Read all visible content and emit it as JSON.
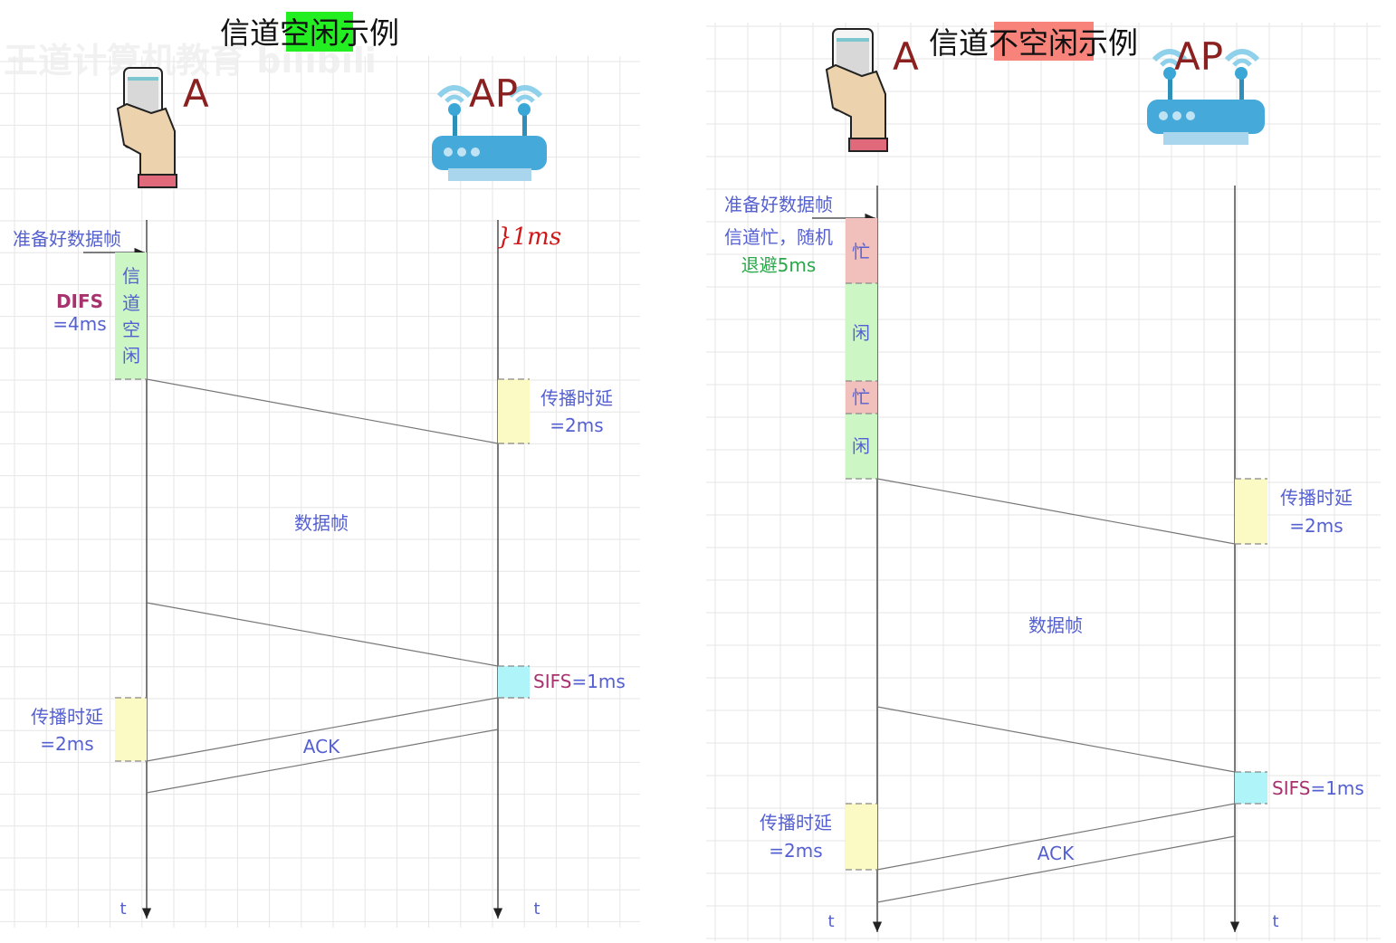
{
  "watermark": "王道计算机教育 bilibili",
  "left": {
    "title_prefix": "信道",
    "title_highlight": "空闲",
    "title_suffix": "示例",
    "highlight_color": "#22ee22",
    "station_label": "A",
    "ap_label": "AP",
    "ready_label": "准备好数据帧",
    "handwritten_note": "}1ms",
    "idle_chars": [
      "信",
      "道",
      "空",
      "闲"
    ],
    "difs_label": "DIFS",
    "difs_value": "=4ms",
    "prop_delay_label": "传播时延",
    "prop_delay_value": "=2ms",
    "data_frame_label": "数据帧",
    "sifs_label": "SIFS",
    "sifs_value": "=1ms",
    "ack_label": "ACK",
    "time_label": "t"
  },
  "right": {
    "title_prefix": "信道",
    "title_highlight": "不空闲",
    "title_suffix": "示例",
    "highlight_color": "#f7837a",
    "station_label": "A",
    "ap_label": "AP",
    "ready_label": "准备好数据帧",
    "busy_note": "信道忙，随机",
    "backoff_note": "退避5ms",
    "busy_char": "忙",
    "idle_char": "闲",
    "prop_delay_label": "传播时延",
    "prop_delay_value": "=2ms",
    "data_frame_label": "数据帧",
    "sifs_label": "SIFS",
    "sifs_value": "=1ms",
    "ack_label": "ACK",
    "time_label": "t"
  },
  "colors": {
    "idle": "#ccf7c4",
    "busy": "#f2c0bc",
    "propagation": "#fbfac4",
    "sifs": "#aef4f8",
    "text_blue": "#5560d0",
    "text_magenta": "#a8326e",
    "label_red": "#8b2020"
  }
}
